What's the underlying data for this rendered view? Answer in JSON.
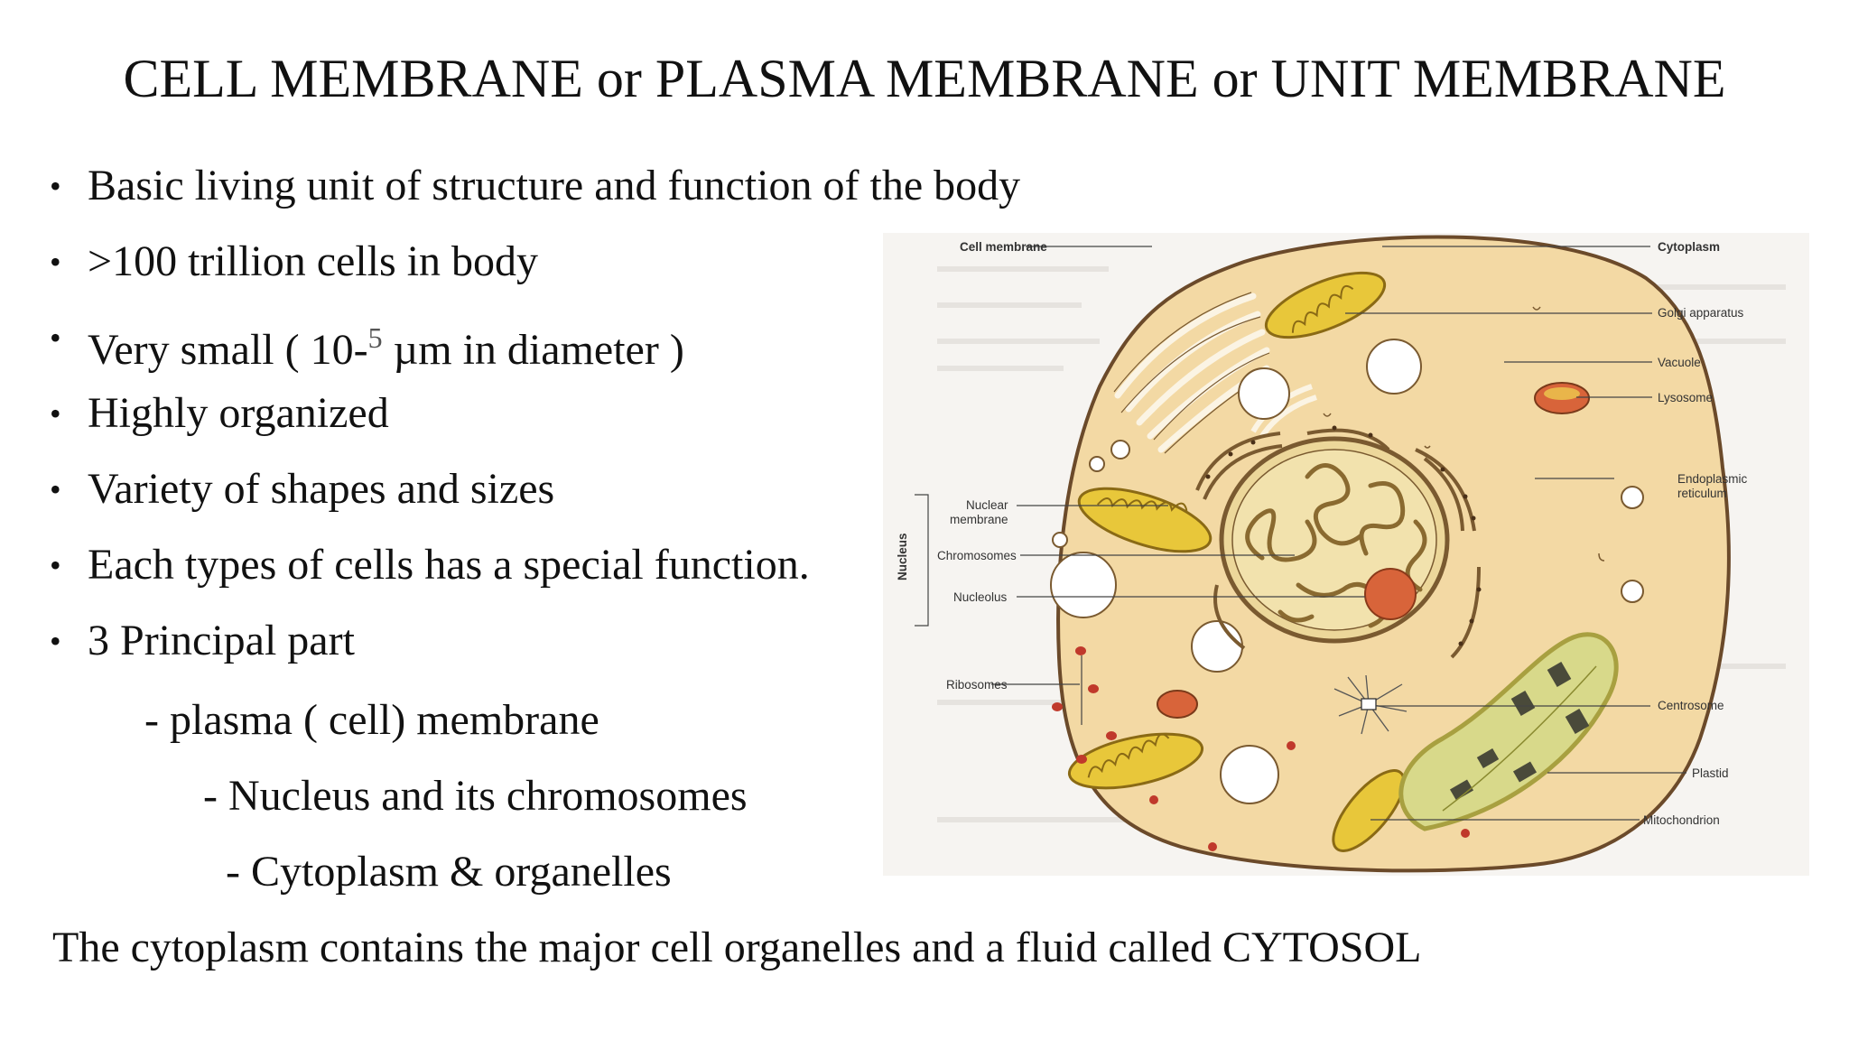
{
  "slide": {
    "title": "CELL MEMBRANE or PLASMA MEMBRANE  or UNIT MEMBRANE",
    "bullets": [
      {
        "text": "Basic living unit of structure  and function of the body"
      },
      {
        "text": ">100 trillion  cells in  body"
      },
      {
        "text_before": "Very small ( 10-",
        "superscript": "5",
        "text_after": " µm in diameter )"
      },
      {
        "text": "Highly organized"
      },
      {
        "text": "Variety of shapes  and sizes"
      },
      {
        "text": "Each types of cells has a special  function."
      },
      {
        "text": "3 Principal  part"
      }
    ],
    "parts": [
      "- plasma ( cell) membrane",
      "- Nucleus and its chromosomes",
      "- Cytoplasm & organelles"
    ],
    "footer_text": "The cytoplasm contains the major cell organelles  and a fluid  called  CYTOSOL"
  },
  "figure": {
    "labels": {
      "cell_membrane": "Cell membrane",
      "cytoplasm": "Cytoplasm",
      "golgi": "Golgi apparatus",
      "vacuole": "Vacuole",
      "lysosome": "Lysosome",
      "er_line1": "Endoplasmic",
      "er_line2": "reticulum",
      "nuclear_line1": "Nuclear",
      "nuclear_line2": "membrane",
      "chromosomes": "Chromosomes",
      "nucleolus": "Nucleolus",
      "nucleus": "Nucleus",
      "ribosomes": "Ribosomes",
      "centrosome": "Centrosome",
      "plastid": "Plastid",
      "mitochondrion": "Mitochondrion"
    },
    "colors": {
      "cytoplasm": "#f3d9a4",
      "membrane": "#6b4a2a",
      "mitochondria": "#e8c73a",
      "plastid": "#d8d98a",
      "nucleolus": "#d8643a"
    }
  }
}
